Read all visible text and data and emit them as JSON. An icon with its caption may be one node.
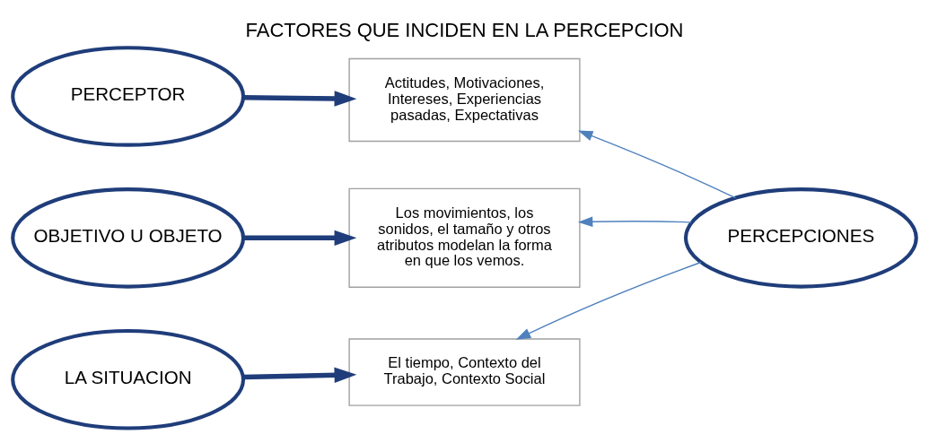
{
  "diagram": {
    "title": "FACTORES QUE INCIDEN EN LA PERCEPCION",
    "nodes": [
      {
        "text": [
          "PERCEPTOR"
        ]
      },
      {
        "text": [
          "Actitudes, Motivaciones, Intereses, Experiencias pasadas, Expectativas"
        ]
      },
      {
        "text": [
          "OBJETIVO U OBJETO"
        ]
      },
      {
        "text": [
          "Los movimientos, los sonidos, el tamaño y otros atributos modelan la forma en que los vemos."
        ]
      },
      {
        "text": [
          "LA SITUACION"
        ]
      },
      {
        "text": [
          "El tiempo, Contexto del Trabajo, Contexto Social"
        ]
      },
      {
        "text": [
          "PERCEPCIONES"
        ]
      }
    ],
    "edges": [
      {
        "from": 0,
        "to": 1,
        "arrow": "to",
        "style": "thick",
        "color": "#1f3d7a"
      },
      {
        "from": 2,
        "to": 3,
        "arrow": "to",
        "style": "thick",
        "color": "#1f3d7a"
      },
      {
        "from": 4,
        "to": 5,
        "arrow": "to",
        "style": "thick",
        "color": "#1f3d7a"
      },
      {
        "from": 6,
        "to": 1,
        "arrow": "to"
      },
      {
        "from": 6,
        "to": 3,
        "arrow": "to"
      },
      {
        "from": 6,
        "to": 5,
        "arrow": "to"
      }
    ]
  }
}
